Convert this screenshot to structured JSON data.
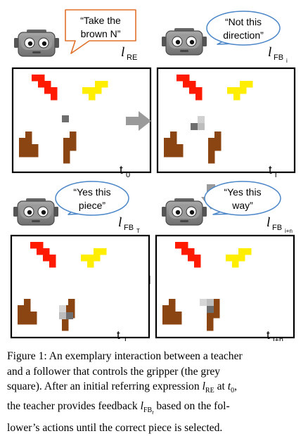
{
  "figure": {
    "panels": [
      {
        "id": "t0",
        "speech": [
          "“Take the",
          "brown N”"
        ],
        "speech_shape": "rect",
        "utterance_label": "l",
        "utterance_sub": "RE",
        "time_label": "t",
        "time_sub": "0"
      },
      {
        "id": "ti",
        "speech": [
          "“Not this",
          "direction”"
        ],
        "speech_shape": "ellipse",
        "utterance_label": "l",
        "utterance_sub": "FB",
        "utterance_subsub": "i",
        "time_label": "t",
        "time_sub": "i"
      },
      {
        "id": "tT",
        "speech": [
          "“Yes this",
          "piece”"
        ],
        "speech_shape": "ellipse",
        "utterance_label": "l",
        "utterance_sub": "FB",
        "utterance_subsub": "T",
        "time_label": "t",
        "time_sub": "T"
      },
      {
        "id": "tin",
        "speech": [
          "“Yes this",
          "way”"
        ],
        "speech_shape": "ellipse",
        "utterance_label": "l",
        "utterance_sub": "FB",
        "utterance_subsub": "i+n",
        "time_label": "t",
        "time_sub": "i+n"
      }
    ],
    "colors": {
      "red_piece": "#ff1a00",
      "yellow_piece": "#ffee00",
      "brown_piece": "#8b4513",
      "gripper": "#707070",
      "arrow": "#9a9a9a",
      "robot_body": "#8c8c8c",
      "speech_border_rect": "#e0702a",
      "speech_border_ellipse": "#4a86c8"
    }
  },
  "caption": {
    "lines": [
      "Figure 1: An exemplary interaction between a teacher",
      "and a follower that controls the gripper (the grey",
      "square). After an initial referring expression l_RE at t_0,",
      "the teacher provides feedback l_FB_t based on the fol-",
      "lower’s actions until the correct piece is selected."
    ],
    "line1": "Figure 1: An exemplary interaction between a teacher",
    "line2": "and a follower that controls the gripper (the grey",
    "line3a": "square). After an initial referring expression ",
    "line3b": " at ",
    "line3c": ",",
    "line4a": "the teacher provides feedback ",
    "line4b": " based on the fol-",
    "line5": "lower’s actions until the correct piece is selected.",
    "sym_l": "l",
    "sym_re": "RE",
    "sym_fb": "FB",
    "sym_t": "t",
    "sym_0": "0"
  }
}
